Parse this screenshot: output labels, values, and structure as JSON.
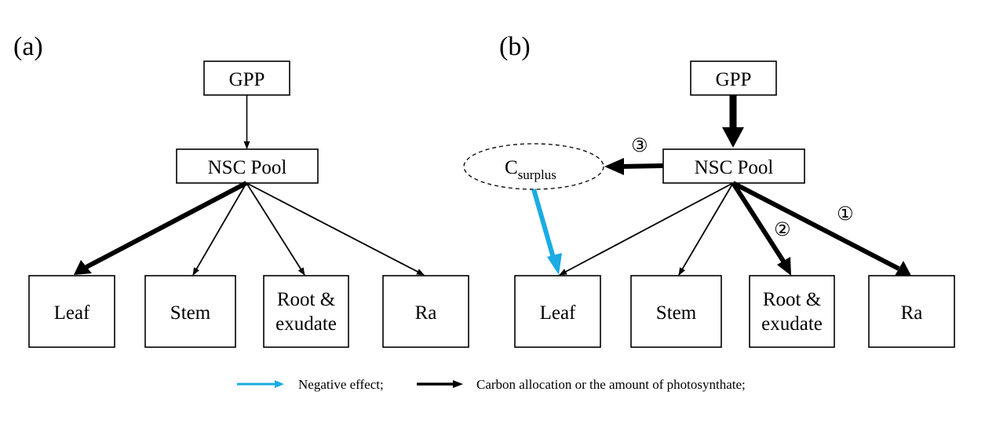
{
  "panels": {
    "a": {
      "label": "(a)",
      "nodes": {
        "gpp": "GPP",
        "nsc": "NSC Pool",
        "leaf": "Leaf",
        "stem": "Stem",
        "root_line1": "Root &",
        "root_line2": "exudate",
        "ra": "Ra"
      },
      "edges": [
        {
          "from": "GPP",
          "to": "NSC Pool",
          "weight": "thin",
          "color": "#000000"
        },
        {
          "from": "NSC Pool",
          "to": "Leaf",
          "weight": "thick",
          "color": "#000000"
        },
        {
          "from": "NSC Pool",
          "to": "Stem",
          "weight": "thin",
          "color": "#000000"
        },
        {
          "from": "NSC Pool",
          "to": "Root & exudate",
          "weight": "thin",
          "color": "#000000"
        },
        {
          "from": "NSC Pool",
          "to": "Ra",
          "weight": "thin",
          "color": "#000000"
        }
      ]
    },
    "b": {
      "label": "(b)",
      "nodes": {
        "gpp": "GPP",
        "nsc": "NSC Pool",
        "csurplus_main": "C",
        "csurplus_sub": "surplus",
        "leaf": "Leaf",
        "stem": "Stem",
        "root_line1": "Root &",
        "root_line2": "exudate",
        "ra": "Ra"
      },
      "markers": {
        "m1": "①",
        "m2": "②",
        "m3": "③"
      },
      "edges": [
        {
          "from": "GPP",
          "to": "NSC Pool",
          "weight": "thick",
          "color": "#000000"
        },
        {
          "from": "NSC Pool",
          "to": "C_surplus",
          "weight": "thick",
          "color": "#000000",
          "marker": "③"
        },
        {
          "from": "C_surplus",
          "to": "Leaf",
          "weight": "thick",
          "color": "#1AACE3"
        },
        {
          "from": "NSC Pool",
          "to": "Leaf",
          "weight": "thin",
          "color": "#000000"
        },
        {
          "from": "NSC Pool",
          "to": "Stem",
          "weight": "thin",
          "color": "#000000"
        },
        {
          "from": "NSC Pool",
          "to": "Root & exudate",
          "weight": "thick",
          "color": "#000000",
          "marker": "②"
        },
        {
          "from": "NSC Pool",
          "to": "Ra",
          "weight": "thick",
          "color": "#000000",
          "marker": "①"
        }
      ]
    }
  },
  "legend": {
    "negative_label": "Negative effect;",
    "negative_color": "#1AACE3",
    "carbon_label": "Carbon allocation or the amount of photosynthate;",
    "carbon_color": "#000000"
  }
}
